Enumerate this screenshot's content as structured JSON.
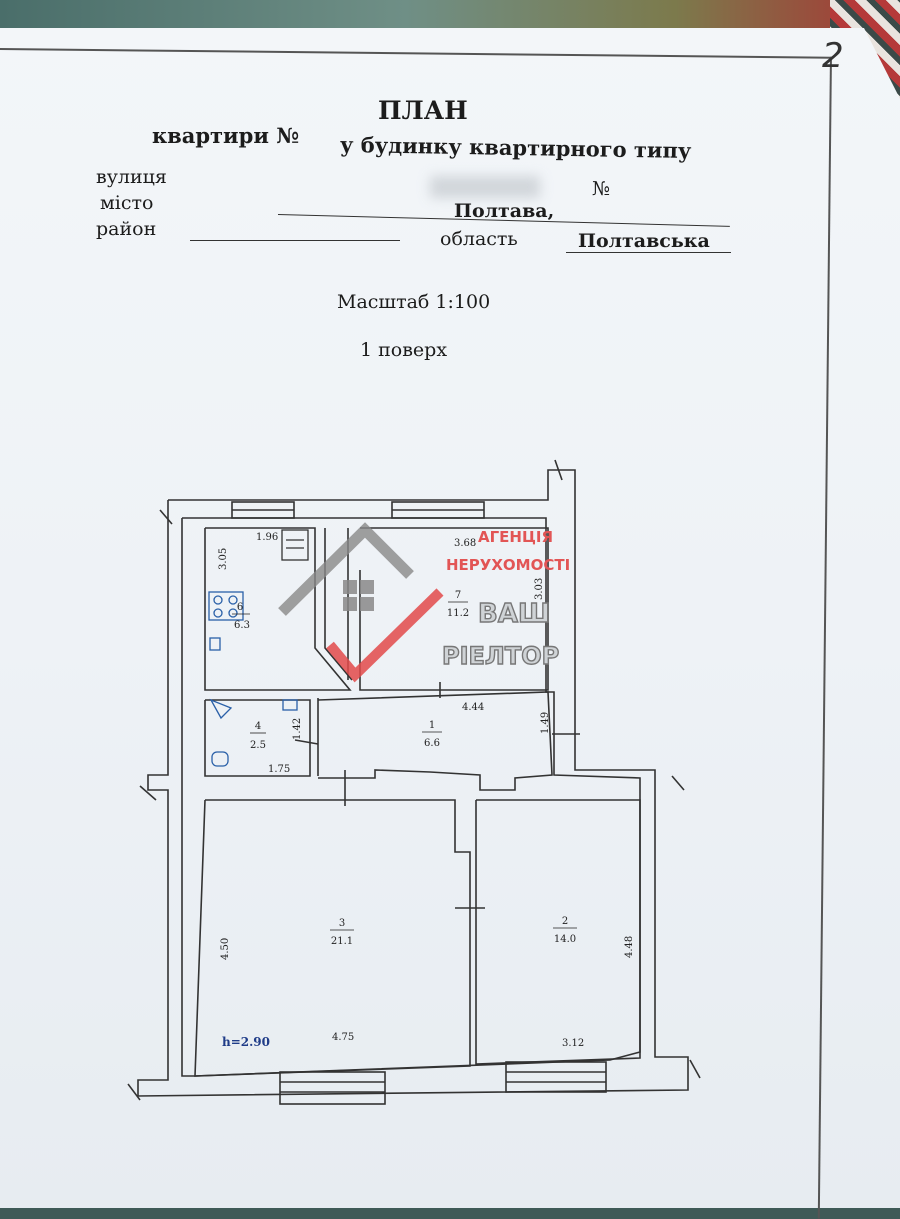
{
  "page_number": "2",
  "title": "ПЛАН",
  "subtitle_left": "квартири №",
  "subtitle_right": "у будинку квартирного типу",
  "address": {
    "street_label": "вулиця",
    "number_label": "№",
    "city_label": "місто",
    "city_value": "Полтава,",
    "district_label": "район",
    "region_label": "область",
    "region_value": "Полтавська"
  },
  "scale": "Масштаб 1:100",
  "floor": "1 поверх",
  "rooms": [
    {
      "id": "1",
      "area": "6.6"
    },
    {
      "id": "2",
      "area": "14.0"
    },
    {
      "id": "3",
      "area": "21.1"
    },
    {
      "id": "4",
      "area": "2.5"
    },
    {
      "id": "6",
      "area": "6.3"
    },
    {
      "id": "7",
      "area": "11.2"
    }
  ],
  "dimensions": {
    "d_196": "1.96",
    "d_305": "3.05",
    "d_368": "3.68",
    "d_303": "3.03",
    "d_444": "4.44",
    "d_142": "1.42",
    "d_175": "1.75",
    "d_149": "1.49",
    "d_450": "4.50",
    "d_475": "4.75",
    "d_448": "4.48",
    "d_312": "3.12"
  },
  "ceiling_height": "h=2.90",
  "watermark": {
    "line1": "АГЕНЦІЯ",
    "line2": "НЕРУХОМОСТІ",
    "line3": "ВАШ",
    "line4": "РІЕЛТОР"
  }
}
